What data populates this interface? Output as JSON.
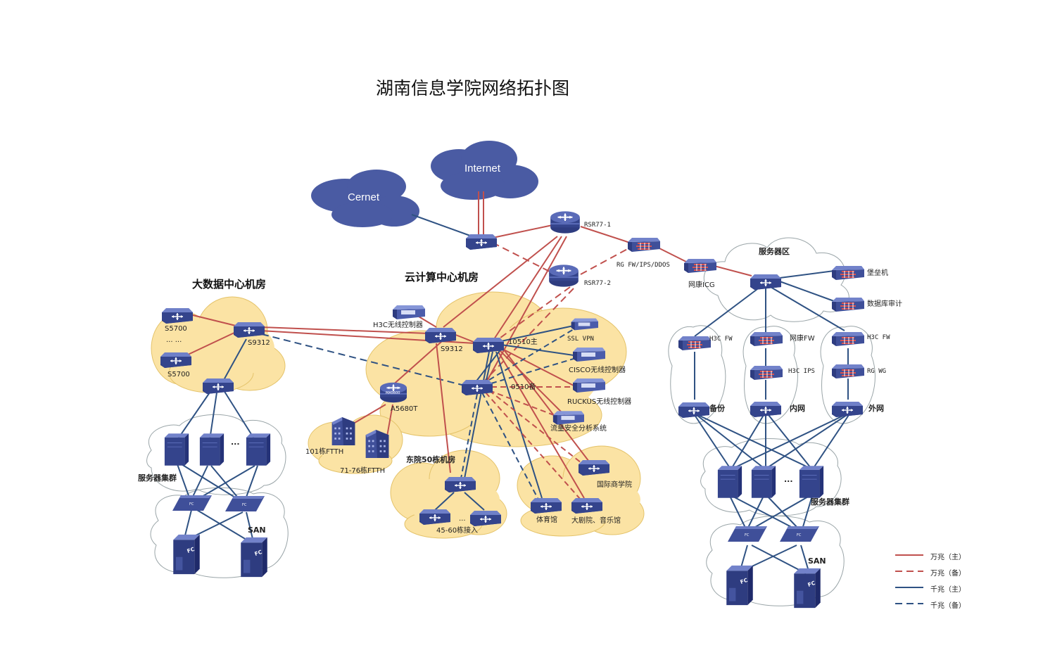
{
  "title": "湖南信息学院网络拓扑图",
  "clouds": {
    "cernet": "Cernet",
    "internet": "Internet"
  },
  "zones": {
    "bigdata": "大数据中心机房",
    "cloud": "云计算中心机房",
    "server": "服务器区",
    "east": "东院50栋机房"
  },
  "devices": {
    "rsr77_1": "RSR77-1",
    "rsr77_2": "RSR77-2",
    "rg_fw": "RG FW/IPS/DDOS",
    "icg": "网康ICG",
    "bastion": "堡垒机",
    "db_audit": "数据库审计",
    "h3c_fw_left": "H3C FW",
    "netkang_fw": "网康FW",
    "h3c_fw_right": "H3C FW",
    "h3c_ips": "H3C IPS",
    "rg_wg": "RG WG",
    "backup": "备份",
    "intranet": "内网",
    "extranet": "外网",
    "s5700_top": "S5700",
    "s5700_bottom": "S5700",
    "dots_left": "... ...",
    "s9312_left": "S9312",
    "s9312_mid": "S9312",
    "h3c_wlc": "H3C无线控制器",
    "core_main": "10510主",
    "core_backup": "0510备",
    "ssl_vpn": "SSL VPN",
    "cisco_wlc": "CISCO无线控制器",
    "ruckus_wlc": "RUCKUS无线控制器",
    "flow_analysis": "流量安全分析系统",
    "ma5680t": "A5680T",
    "ma5600_badge": "MA5600",
    "ftth_101": "101栋FTTH",
    "ftth_71_76": "71-76栋FTTH",
    "access_45_60": "45-60栋接入",
    "dots_east": "...",
    "intl_business": "国际商学院",
    "gym": "体育馆",
    "theater": "大剧院、音乐馆",
    "server_cluster_left": "服务器集群",
    "server_cluster_right": "服务器集群",
    "dots_srv_left": "...",
    "dots_srv_right": "...",
    "san_left": "SAN",
    "san_right": "SAN",
    "fc": "FC"
  },
  "legend": [
    {
      "label": "万兆（主）",
      "color": "#c0504d",
      "dash": false
    },
    {
      "label": "万兆（备）",
      "color": "#c0504d",
      "dash": true
    },
    {
      "label": "千兆（主）",
      "color": "#2f5283",
      "dash": false
    },
    {
      "label": "千兆（备）",
      "color": "#2f5283",
      "dash": true
    }
  ],
  "colors": {
    "red_link": "#c0504d",
    "blue_link": "#2f5283",
    "device": "#3f4f99",
    "device_light": "#6b7cc4",
    "cloud_blue": "#4a5ba3",
    "zone_fill": "#fbe3a4",
    "zone_stroke": "#e4c36a",
    "outline_cloud": "#9aa5a8"
  }
}
